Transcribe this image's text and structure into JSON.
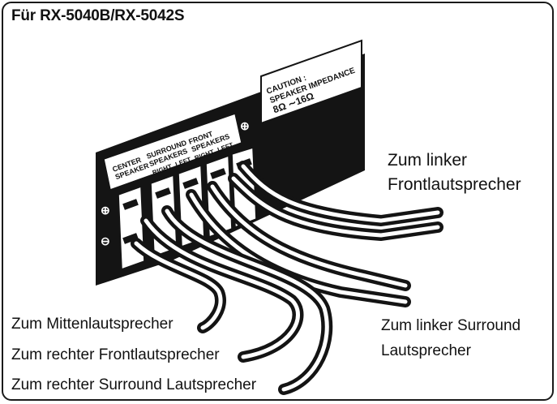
{
  "title": "Für RX-5040B/RX-5042S",
  "panel": {
    "caution_line1": "CAUTION :",
    "caution_line2": "SPEAKER IMPEDANCE",
    "caution_line3": "8Ω ∼16Ω",
    "center_line1": "CENTER",
    "center_line2": "SPEAKER",
    "surround_line1": "SURROUND",
    "surround_line2": "SPEAKERS",
    "surround_right": "RIGHT",
    "surround_left": "LEFT",
    "front_line1": "FRONT",
    "front_line2": "SPEAKERS",
    "front_right": "RIGHT",
    "front_left": "LEFT",
    "plus": "⊕",
    "minus": "⊖"
  },
  "callouts": {
    "front_left_line1": "Zum linker",
    "front_left_line2": "Frontlautsprecher",
    "center": "Zum Mittenlautsprecher",
    "front_right": "Zum rechter Frontlautsprecher",
    "surround_right": "Zum rechter Surround Lautsprecher",
    "surround_left_line1": "Zum linker Surround",
    "surround_left_line2": "Lautsprecher"
  }
}
